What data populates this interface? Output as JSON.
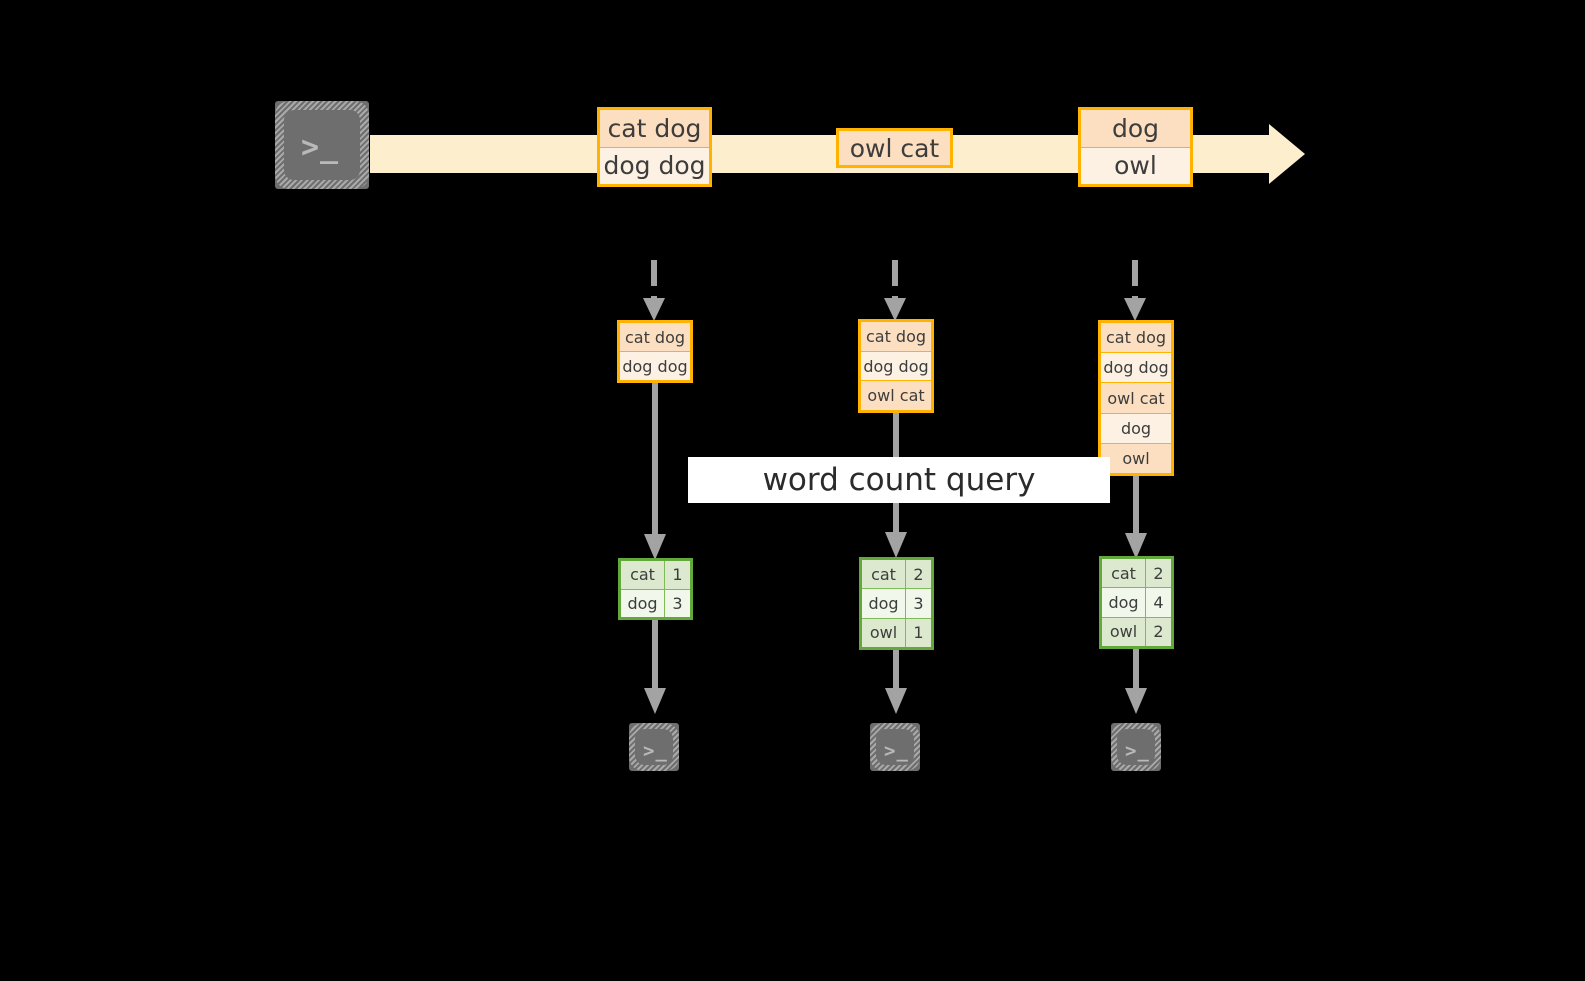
{
  "diagram": {
    "source_icon": {
      "name": "terminal-console-icon",
      "glyph": ">_"
    },
    "stream": {
      "label": "",
      "records": [
        {
          "id": "rec-1",
          "lines": [
            "cat dog",
            "dog dog"
          ]
        },
        {
          "id": "rec-2",
          "lines": [
            "owl cat"
          ]
        },
        {
          "id": "rec-3",
          "lines": [
            "dog",
            "owl"
          ]
        }
      ]
    },
    "query_label": "word count query",
    "columns": [
      {
        "id": "col-1",
        "accumulated": [
          "cat dog",
          "dog dog"
        ],
        "result": {
          "rows": [
            {
              "word": "cat",
              "count": "1"
            },
            {
              "word": "dog",
              "count": "3"
            }
          ]
        },
        "sink_icon": {
          "name": "terminal-console-icon",
          "glyph": ">_"
        }
      },
      {
        "id": "col-2",
        "accumulated": [
          "cat dog",
          "dog dog",
          "owl cat"
        ],
        "result": {
          "rows": [
            {
              "word": "cat",
              "count": "2"
            },
            {
              "word": "dog",
              "count": "3"
            },
            {
              "word": "owl",
              "count": "1"
            }
          ]
        },
        "sink_icon": {
          "name": "terminal-console-icon",
          "glyph": ">_"
        }
      },
      {
        "id": "col-3",
        "accumulated": [
          "cat dog",
          "dog dog",
          "owl cat",
          "dog",
          "owl"
        ],
        "result": {
          "rows": [
            {
              "word": "cat",
              "count": "2"
            },
            {
              "word": "dog",
              "count": "4"
            },
            {
              "word": "owl",
              "count": "2"
            }
          ]
        },
        "sink_icon": {
          "name": "terminal-console-icon",
          "glyph": ">_"
        }
      }
    ],
    "colors": {
      "background": "#000000",
      "stream_band": "#fdeecd",
      "record_border": "#ffb300",
      "record_fill_dark": "#fcdfc0",
      "record_fill_light": "#fdf1e3",
      "result_border": "#62a83a",
      "result_fill_dark": "#dde9cf",
      "result_fill_light": "#f1f7ea",
      "connector": "#a3a3a3",
      "icon_body": "#6e6e6e",
      "label_bg": "#ffffff",
      "text": "#3d3d3d"
    }
  }
}
